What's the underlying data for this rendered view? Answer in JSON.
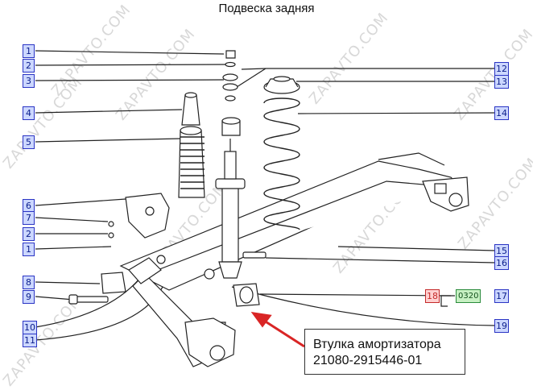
{
  "title": "Подвеска задняя",
  "watermark": "ZAPAVTO.COM",
  "callouts_left": [
    {
      "id": "1a",
      "label": "1"
    },
    {
      "id": "2a",
      "label": "2"
    },
    {
      "id": "3",
      "label": "3"
    },
    {
      "id": "4",
      "label": "4"
    },
    {
      "id": "5",
      "label": "5"
    },
    {
      "id": "6",
      "label": "6"
    },
    {
      "id": "7",
      "label": "7"
    },
    {
      "id": "2b",
      "label": "2"
    },
    {
      "id": "1b",
      "label": "1"
    },
    {
      "id": "8",
      "label": "8"
    },
    {
      "id": "9",
      "label": "9"
    },
    {
      "id": "10",
      "label": "10"
    },
    {
      "id": "11",
      "label": "11"
    }
  ],
  "callouts_right": [
    {
      "id": "12",
      "label": "12"
    },
    {
      "id": "13",
      "label": "13"
    },
    {
      "id": "14",
      "label": "14"
    },
    {
      "id": "15",
      "label": "15"
    },
    {
      "id": "16",
      "label": "16"
    },
    {
      "id": "18",
      "label": "18"
    },
    {
      "id": "17",
      "label": "17"
    },
    {
      "id": "19",
      "label": "19"
    }
  ],
  "part_code": "0320",
  "selected_part": {
    "name": "Втулка амортизатора",
    "number": "21080-2915446-01"
  },
  "colors": {
    "callout_fill": "#ccd7ff",
    "callout_border": "#2b35c4",
    "selected_fill": "#ffd0d0",
    "selected_border": "#c42a2a",
    "code_fill": "#c7f0c3",
    "arrow": "#d92525"
  }
}
